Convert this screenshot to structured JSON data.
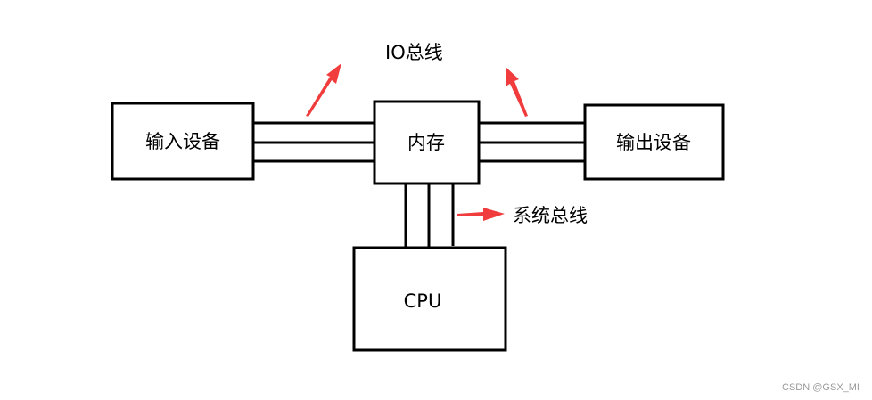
{
  "diagram": {
    "nodes": {
      "input": "输入设备",
      "memory": "内存",
      "output": "输出设备",
      "cpu": "CPU"
    },
    "labels": {
      "io_bus": "IO总线",
      "system_bus": "系统总线"
    },
    "colors": {
      "arrow": "#f03c3c",
      "stroke": "#000000"
    }
  },
  "watermark": "CSDN @GSX_MI"
}
